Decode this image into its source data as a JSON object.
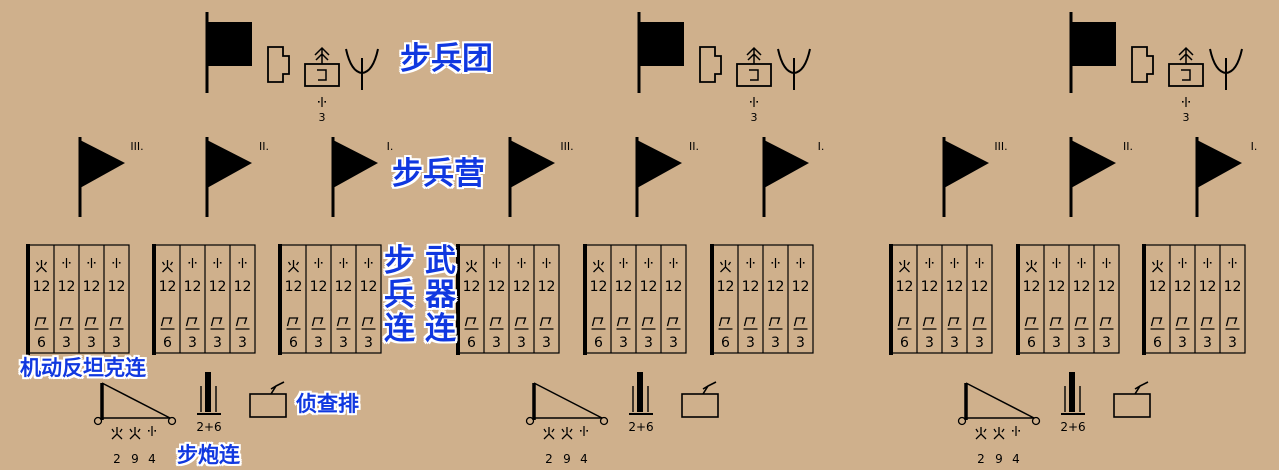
{
  "labels": {
    "regiment": "步兵团",
    "battalion": "步兵营",
    "inf_company": [
      "步",
      "兵",
      "连"
    ],
    "weapons_company": [
      "武",
      "器",
      "连"
    ],
    "mech_at": "机动反坦克连",
    "recon": "侦查排",
    "mortar": "步炮连"
  },
  "symbols": {
    "battalion_designations": [
      "III.",
      "II.",
      "I."
    ],
    "company_top_row": [
      "火",
      "·!·",
      "·!·",
      "·!·"
    ],
    "company_mid_row": [
      "12",
      "12",
      "12",
      "12"
    ],
    "company_bottom_row": [
      "6",
      "3",
      "3",
      "3"
    ],
    "hq_strength": "3",
    "mortar_strength": "2+6",
    "at_strength": [
      "2",
      "9",
      "4"
    ]
  },
  "colors": {
    "background": "#cfb08c",
    "ink": "#000000",
    "label": "#1038e0",
    "label_outline": "#ffffff"
  }
}
